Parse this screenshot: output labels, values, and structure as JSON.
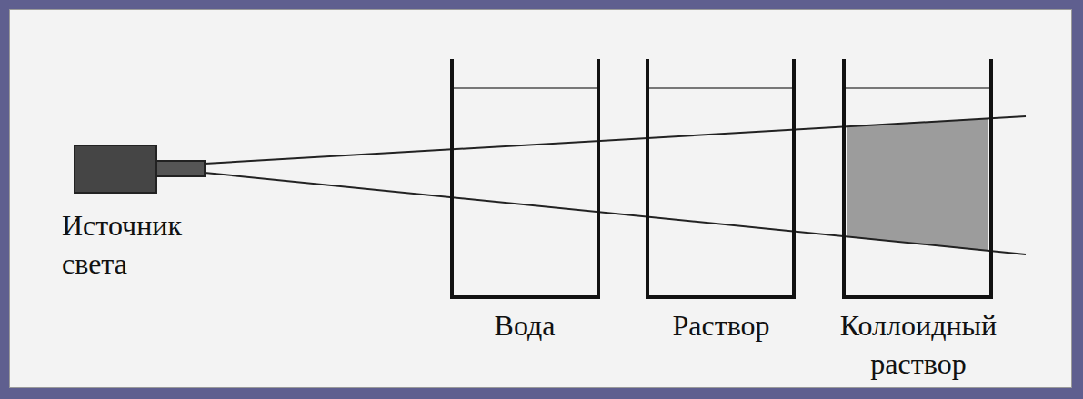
{
  "diagram": {
    "labels": [
      "Источник света",
      "Вода",
      "Раствор",
      "Коллоидный раствор"
    ]
  }
}
